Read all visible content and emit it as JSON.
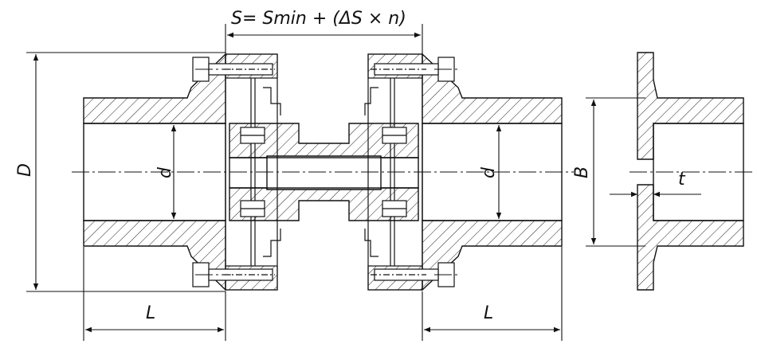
{
  "formula": "S= Smin + (ΔS × n)",
  "labels": {
    "diameter_outer": "D",
    "bore_left": "d",
    "bore_right": "d",
    "hub_width": "B",
    "flange_thickness": "t",
    "length_left": "L",
    "length_right": "L"
  }
}
